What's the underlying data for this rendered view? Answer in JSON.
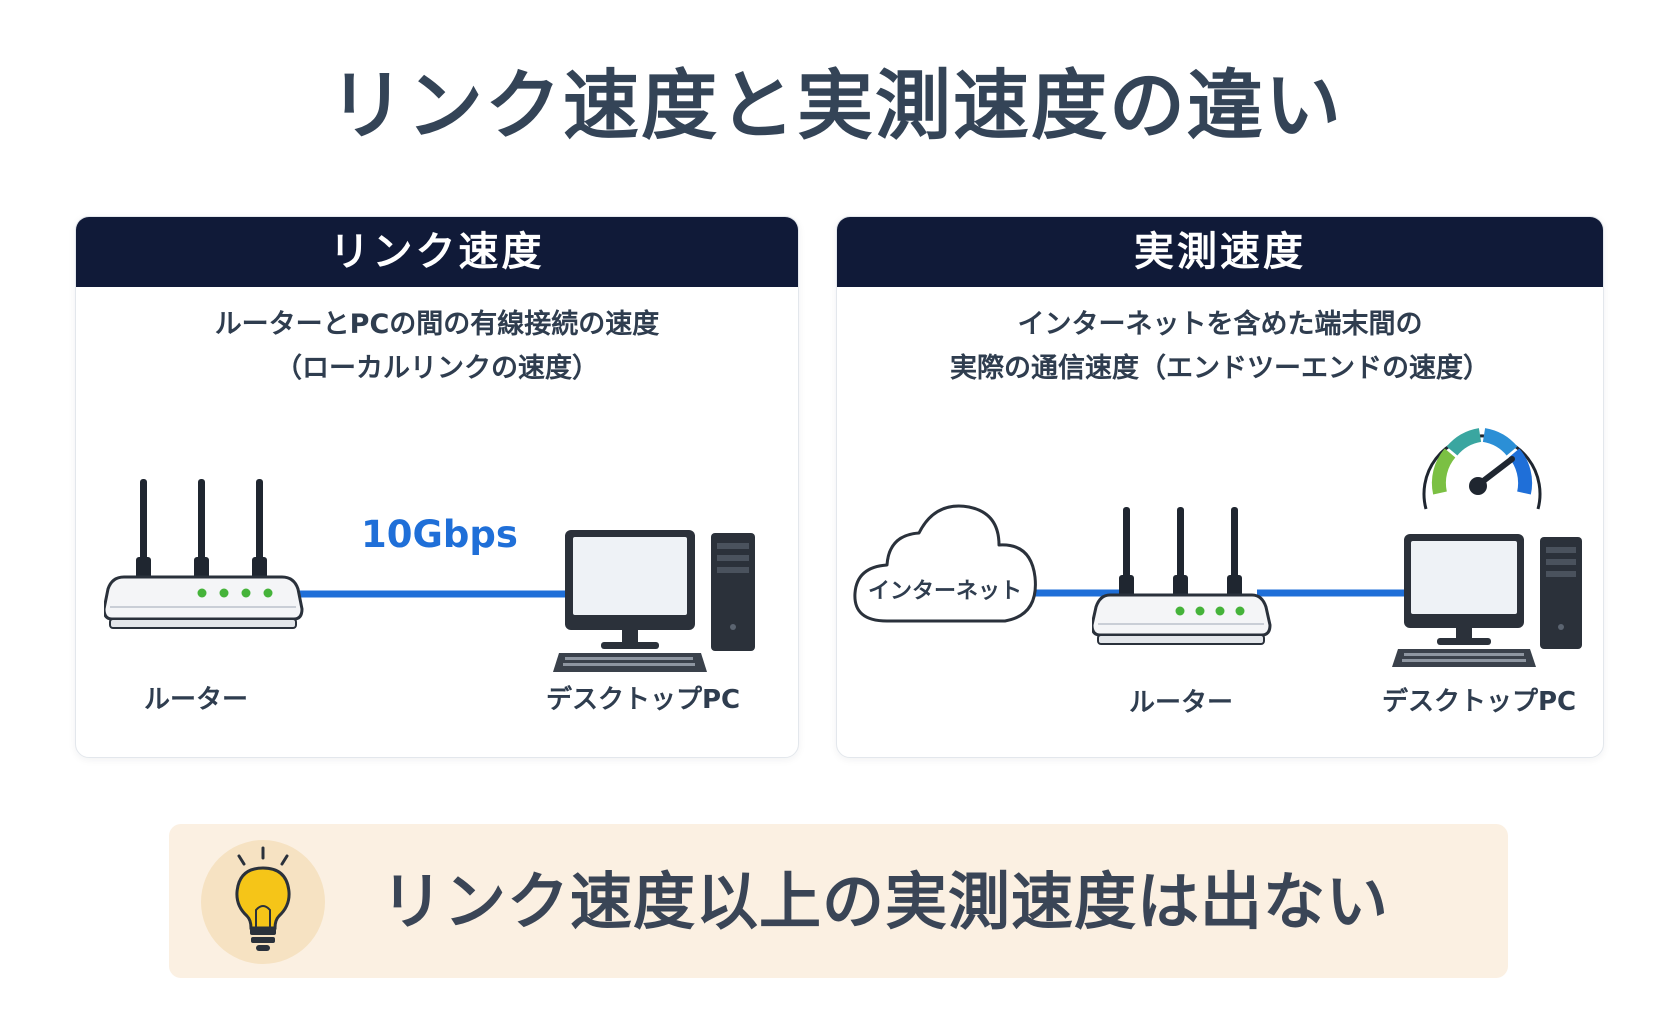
{
  "title": "リンク速度と実測速度の違い",
  "left_panel": {
    "header": "リンク速度",
    "description": [
      "ルーターとPCの間の有線接続の速度",
      "（ローカルリンクの速度）"
    ],
    "speed_label": "10Gbps",
    "router_label": "ルーター",
    "pc_label": "デスクトップPC"
  },
  "right_panel": {
    "header": "実測速度",
    "description": [
      "インターネットを含めた端末間の",
      "実際の通信速度（エンドツーエンドの速度）"
    ],
    "cloud_label": "インターネット",
    "router_label": "ルーター",
    "pc_label": "デスクトップPC"
  },
  "callout": {
    "text": "リンク速度以上の実測速度は出ない",
    "icon": "lightbulb-icon"
  },
  "colors": {
    "header_bg": "#101a38",
    "link_line": "#1f6fd8",
    "callout_bg": "#fbf0e2",
    "bulb": "#f5c518",
    "gauge": [
      "#7bc043",
      "#3aa6a0",
      "#2b8fd6",
      "#1f6fd8"
    ]
  }
}
